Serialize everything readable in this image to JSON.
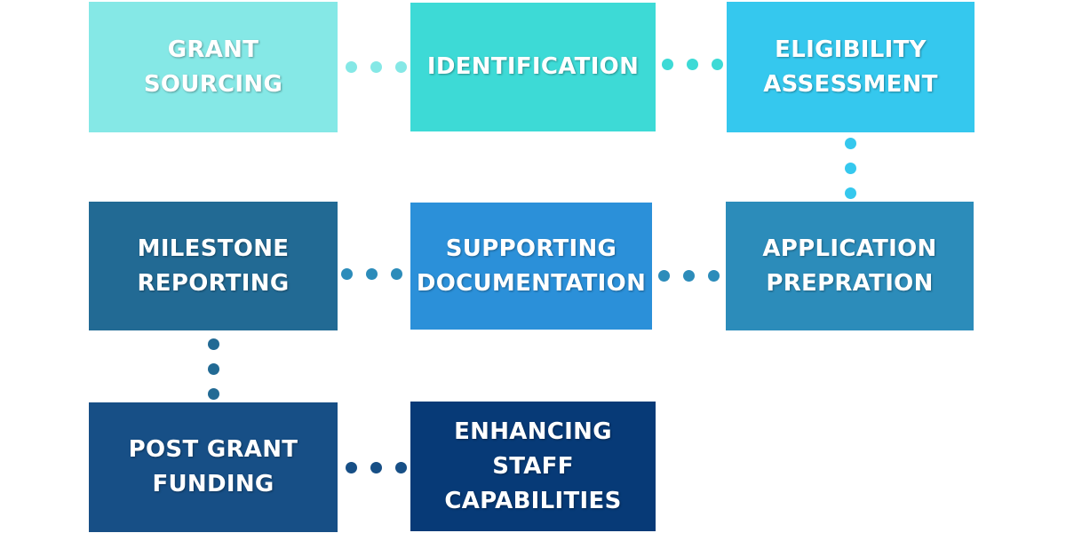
{
  "steps": [
    {
      "label": "GRANT SOURCING",
      "color": "#85e8e6"
    },
    {
      "label": "IDENTIFICATION",
      "color": "#3ddad6"
    },
    {
      "label": "ELIGIBILITY\nASSESSMENT",
      "color": "#35c8ee"
    },
    {
      "label": "APPLICATION\nPREPRATION",
      "color": "#2c8cba"
    },
    {
      "label": "SUPPORTING\nDOCUMENTATION",
      "color": "#2b90d9"
    },
    {
      "label": "MILESTONE\nREPORTING",
      "color": "#226a94"
    },
    {
      "label": "POST GRANT\nFUNDING",
      "color": "#174f86"
    },
    {
      "label": "ENHANCING\nSTAFF\nCAPABILITIES",
      "color": "#073a77"
    }
  ],
  "connector_colors": [
    "#85e8e6",
    "#3ddad6",
    "#35c8ee",
    "#2c8cba",
    "#2c8cba",
    "#226a94",
    "#174f86"
  ]
}
